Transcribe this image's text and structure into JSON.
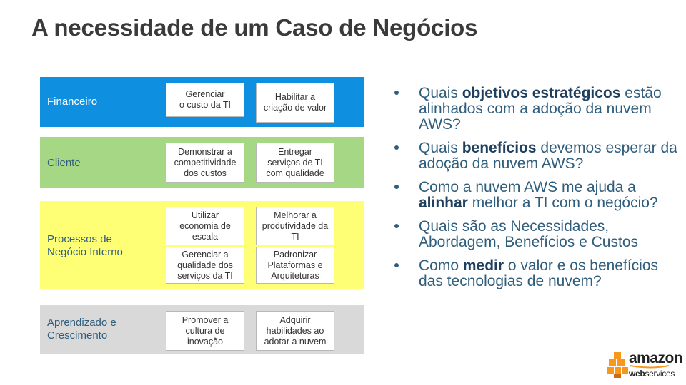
{
  "title": "A necessidade de um Caso de Negócios",
  "bands": [
    {
      "label": "Financeiro",
      "boxes": [
        "Gerenciar\no custo da TI",
        "Habilitar a\ncriação de valor"
      ]
    },
    {
      "label": "Cliente",
      "boxes": [
        "Demonstrar a\ncompetitividade\ndos custos",
        "Entregar\nserviços de TI\ncom qualidade"
      ]
    },
    {
      "label": "Processos de\nNegócio Interno",
      "boxes": [
        "Utilizar\neconomia de\nescala",
        "Melhorar a\nprodutividade da\nTI",
        "Gerenciar a\nqualidade dos\nserviços da TI",
        "Padronizar\nPlataformas e\nArquiteturas"
      ]
    },
    {
      "label": "Aprendizado e\nCrescimento",
      "boxes": [
        "Promover a\ncultura de\ninovação",
        "Adquirir\nhabilidades ao\nadotar a nuvem"
      ]
    }
  ],
  "colors": {
    "financeiro": "#0e8fe0",
    "cliente": "#a6d785",
    "processos": "#ffff75",
    "aprendizado": "#d9d9d9",
    "bullet_text": "#2f5d7c"
  },
  "questions": [
    {
      "pre": "Quais ",
      "bold": "objetivos estratégicos",
      "post": " estão alinhados com a adoção da nuvem AWS?"
    },
    {
      "pre": "Quais ",
      "bold": "benefícios",
      "post": " devemos esperar da adoção da nuvem AWS?"
    },
    {
      "pre": "Como a nuvem AWS me ajuda a ",
      "bold": "alinhar",
      "post": " melhor a TI com o negócio?"
    },
    {
      "pre": "Quais são as Necessidades, Abordagem, Benefícios e Custos",
      "bold": "",
      "post": ""
    },
    {
      "pre": "Como ",
      "bold": "medir",
      "post": " o valor e os benefícios das tecnologias de nuvem?"
    }
  ],
  "logo": {
    "word": "amazon",
    "sub_bold": "web",
    "sub_rest": "services"
  }
}
